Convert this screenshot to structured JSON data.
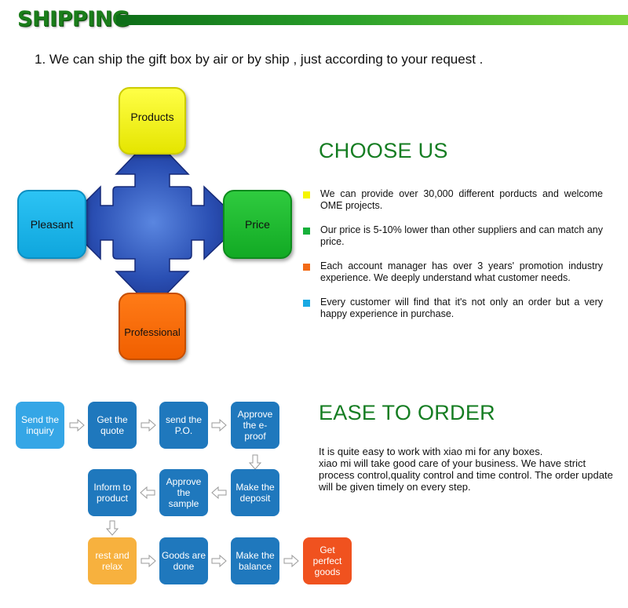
{
  "header": {
    "title": "SHIPPING"
  },
  "intro": {
    "text": "1. We can ship the gift box by air or by ship , just according to your request ."
  },
  "diagram": {
    "top": "Products",
    "left": "Pleasant",
    "right": "Price",
    "bottom": "Professional"
  },
  "choose": {
    "title": "CHOOSE US",
    "items": [
      {
        "text": "We can provide over 30,000 different porducts and welcome OME projects.",
        "color": "#f5f500"
      },
      {
        "text": "Our price is 5-10% lower than other suppliers and can match any price.",
        "color": "#17b03a"
      },
      {
        "text": "Each account manager has over 3 years' promotion industry experience. We deeply understand what customer needs.",
        "color": "#f26a16"
      },
      {
        "text": "Every customer will find that it's not only an order but a very happy experience in purchase.",
        "color": "#19a9e3"
      }
    ]
  },
  "ease": {
    "title": "EASE TO ORDER",
    "lines": [
      "It is quite easy to work with xiao mi for any boxes.",
      "xiao mi will take good care of your business. We have strict process control,quality control and time control. The order update will be given timely on every step."
    ]
  },
  "flow": {
    "steps": [
      "Send the inquiry",
      "Get the quote",
      "send the P.O.",
      "Approve the e-proof",
      "Make the deposit",
      "Approve the sample",
      "Inform to product",
      "rest and relax",
      "Goods are done",
      "Make the balance",
      "Get perfect goods"
    ]
  }
}
